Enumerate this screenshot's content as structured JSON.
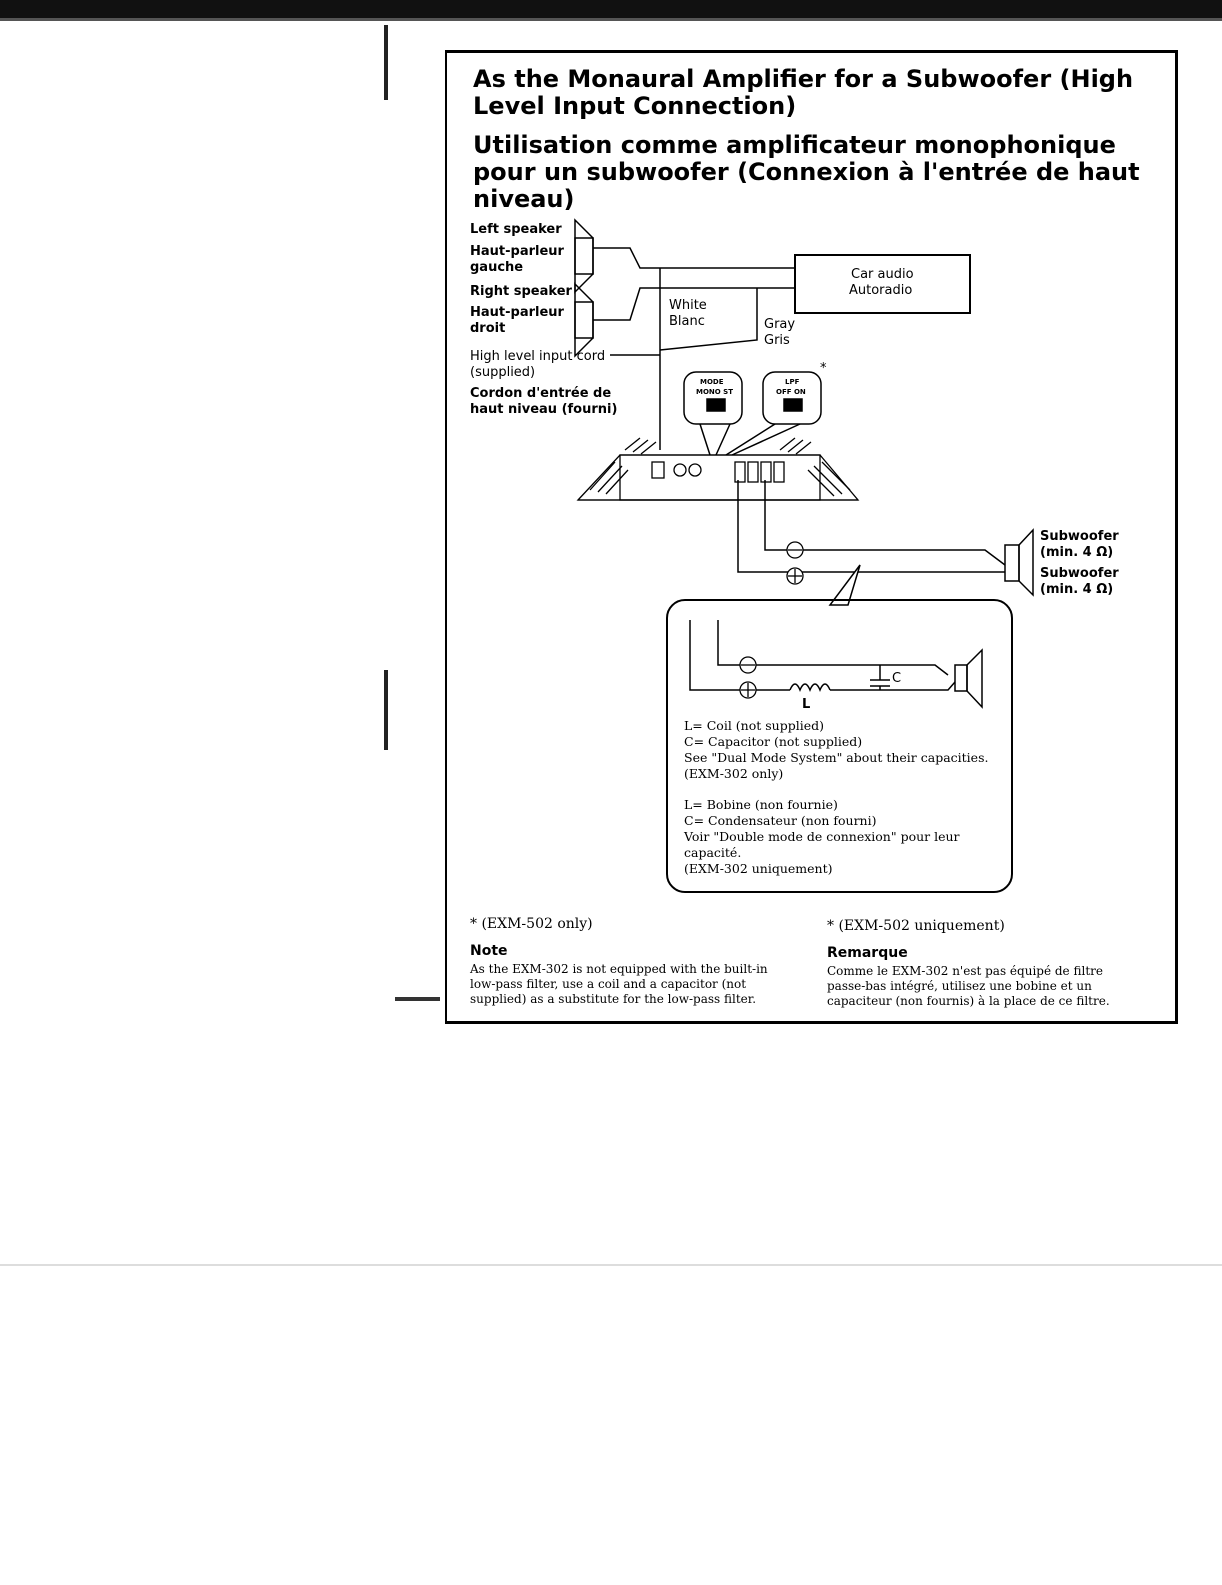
{
  "title_en": "As the Monaural Amplifier for a Subwoofer (High Level Input Connection)",
  "title_fr": "Utilisation comme amplificateur monophonique pour un subwoofer (Connexion à l'entrée de haut niveau)",
  "labels": {
    "left_speaker": "Left speaker",
    "left_speaker_fr_1": "Haut-parleur",
    "left_speaker_fr_2": "gauche",
    "right_speaker": "Right speaker",
    "right_speaker_fr_1": "Haut-parleur",
    "right_speaker_fr_2": "droit",
    "cord_en_1": "High level input cord",
    "cord_en_2": "(supplied)",
    "cord_fr_1": "Cordon d'entrée de",
    "cord_fr_2": "haut niveau (fourni)",
    "white": "White",
    "blanc": "Blanc",
    "gray": "Gray",
    "gris": "Gris",
    "car_audio": "Car audio",
    "autoradio": "Autoradio",
    "mode": "MODE",
    "mono_st": "MONO ST",
    "lpf": "LPF",
    "off_on": "OFF ON",
    "asterisk": "*",
    "subwoofer_en": "Subwoofer",
    "subwoofer_en_min": "(min. 4 Ω)",
    "subwoofer_fr": "Subwoofer",
    "subwoofer_fr_min": "(min. 4 Ω)",
    "coil_symbol": "L",
    "cap_symbol": "C",
    "minus": "−",
    "plus": "+"
  },
  "detail_text": [
    "L=  Coil (not supplied)",
    "C=  Capacitor (not supplied)",
    "See \"Dual Mode System\" about their capacities.",
    "(EXM-302 only)",
    "",
    "L=  Bobine (non fournie)",
    "C=  Condensateur (non fourni)",
    "Voir \"Double mode de connexion\" pour leur",
    "capacité.",
    "(EXM-302 uniquement)"
  ],
  "footnote_en": "* (EXM-502 only)",
  "footnote_fr": "* (EXM-502 uniquement)",
  "note_en": {
    "heading": "Note",
    "body": "As the EXM-302 is not equipped with the built-in low-pass filter, use a coil and a capacitor (not supplied) as a substitute for the low-pass filter."
  },
  "note_fr": {
    "heading": "Remarque",
    "body": "Comme le EXM-302 n'est pas équipé de filtre passe-bas intégré, utilisez une bobine et un capaciteur (non fournis) à la place de ce filtre."
  }
}
